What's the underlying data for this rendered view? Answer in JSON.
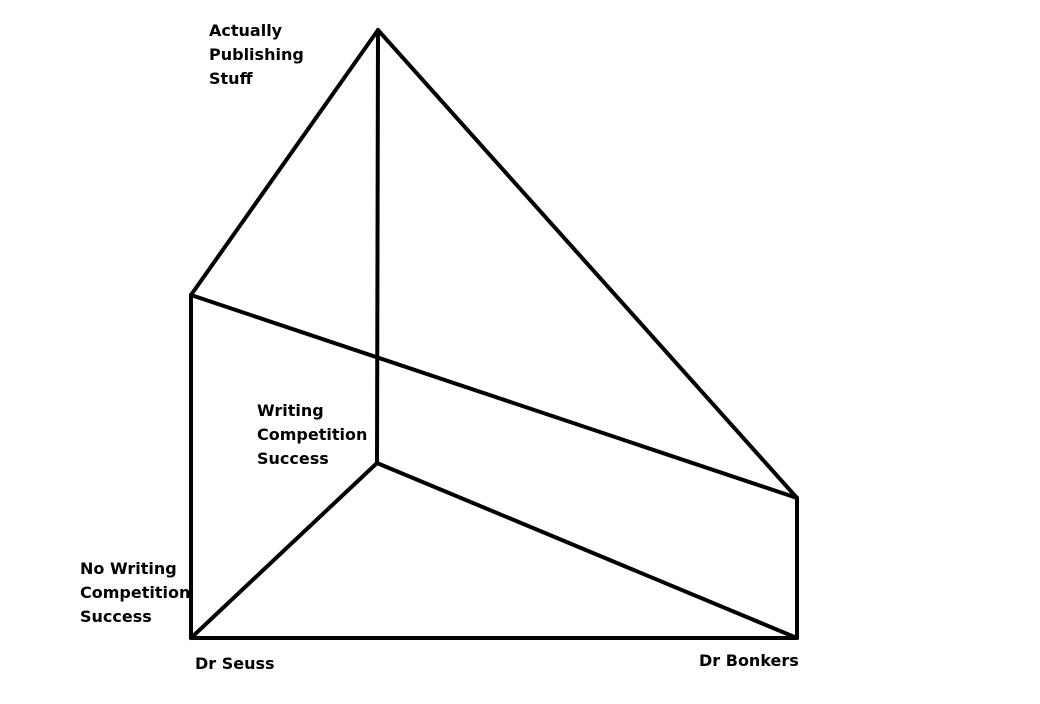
{
  "labels": {
    "actually_publishing": "Actually\nPublishing\nStuff",
    "writing_success": "Writing\nCompetition\nSuccess",
    "no_writing_success": "No Writing\nCompetition\nSuccess",
    "dr_seuss": "Dr Seuss",
    "dr_bonkers": "Dr Bonkers"
  },
  "colors": {
    "line": "#000000",
    "background": "#ffffff"
  }
}
